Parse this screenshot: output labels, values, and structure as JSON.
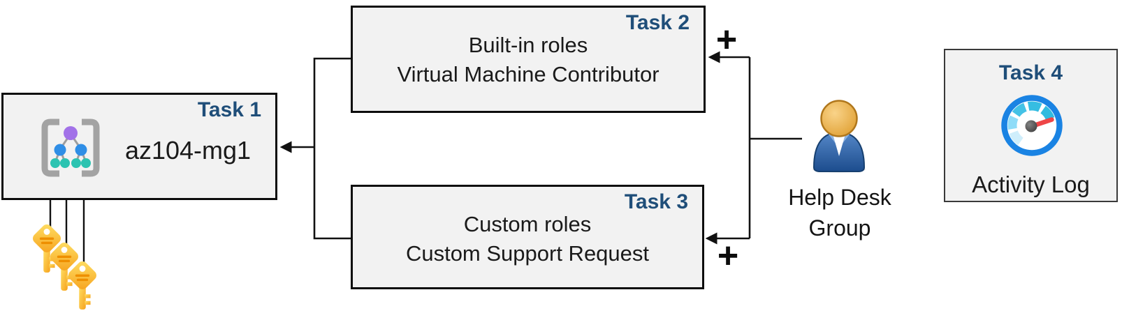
{
  "tasks": {
    "task1": {
      "badge": "Task 1",
      "name": "az104-mg1",
      "icon": "management-group-icon"
    },
    "task2": {
      "badge": "Task 2",
      "lines": [
        "Built-in roles",
        "Virtual Machine Contributor"
      ]
    },
    "task3": {
      "badge": "Task 3",
      "lines": [
        "Custom roles",
        "Custom Support Request"
      ]
    },
    "task4": {
      "badge": "Task 4",
      "caption": "Activity Log",
      "icon": "activity-log-gauge-icon"
    }
  },
  "help_desk_group": {
    "line1": "Help Desk",
    "line2": "Group",
    "icon": "user-person-icon"
  },
  "connectors": {
    "plus_top": "+",
    "plus_bottom": "+"
  },
  "icons": {
    "keys": "three-gold-keys-icon"
  },
  "colors": {
    "task_badge_blue": "#1f4e79",
    "box_fill": "#f2f2f2",
    "box_border": "#0d0d0d",
    "body_text": "#1a1a1a",
    "connector_black": "#111111",
    "key_gold": "#f9b514",
    "key_stripe_orange": "#ee8f00",
    "gauge_ring_blue": "#1a83e3",
    "gauge_needle_red": "#ee4547",
    "person_body_blue": "#1d4e8f",
    "person_head_gold": "#dd9a29",
    "mg_purple": "#a272e8",
    "mg_blue": "#2f8ee6",
    "mg_teal": "#2cc3b1"
  }
}
